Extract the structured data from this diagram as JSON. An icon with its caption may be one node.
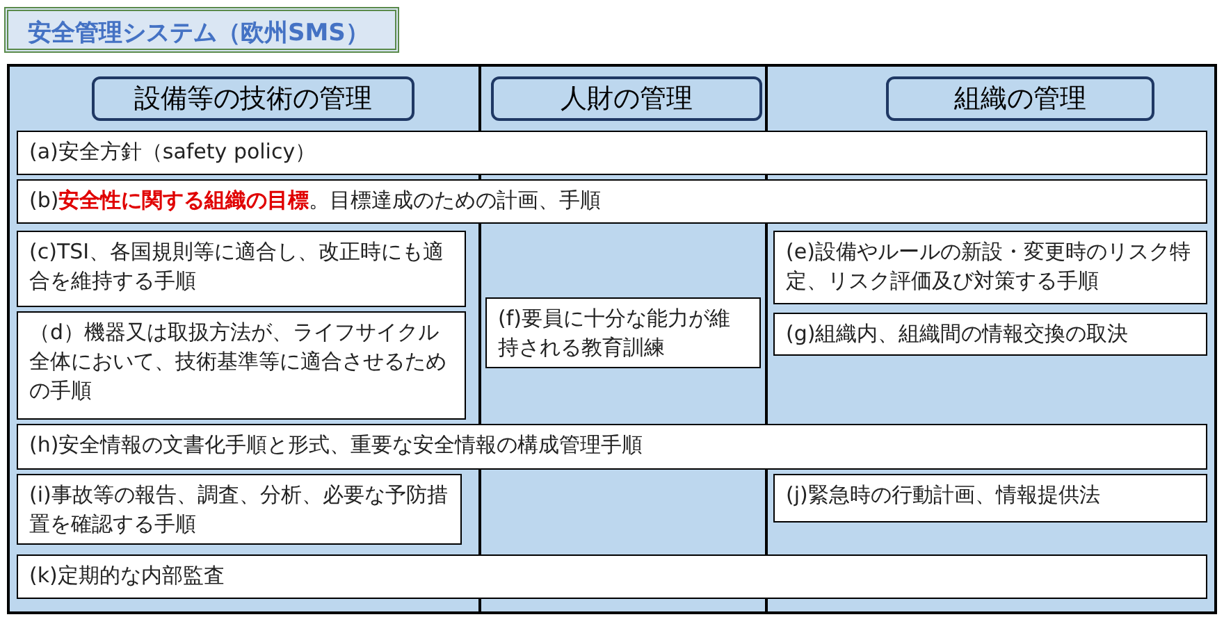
{
  "diagram": {
    "title": "安全管理システム（欧州SMS）",
    "nodes": [
      {
        "text": [
          "設備等の技術の管理"
        ]
      },
      {
        "text": [
          "人財の管理"
        ]
      },
      {
        "text": [
          "組織の管理"
        ]
      },
      {
        "text": [
          "(a)安全方針（safety policy）"
        ]
      },
      {
        "text": [
          "(b)**安全性に関する組織の目標**。目標達成のための計画、手順"
        ]
      },
      {
        "text": [
          "(c)TSI、各国規則等に適合し、改正時にも適合を維持する手順"
        ]
      },
      {
        "text": [
          "（d）機器又は取扱方法が、ライフサイクル全体において、技術基準等に適合させるための手順"
        ]
      },
      {
        "text": [
          "(e)設備やルールの新設・変更時のリスク特定、リスク評価及び対策する手順"
        ]
      },
      {
        "text": [
          "(f)要員に十分な能力が維持される教育訓練"
        ]
      },
      {
        "text": [
          "(g)組織内、組織間の情報交換の取決"
        ]
      },
      {
        "text": [
          "(h)安全情報の文書化手順と形式、重要な安全情報の構成管理手順"
        ]
      },
      {
        "text": [
          "(i)事故等の報告、調査、分析、必要な予防措置を確認する手順"
        ]
      },
      {
        "text": [
          "(j)緊急時の行動計画、情報提供法"
        ]
      },
      {
        "text": [
          "(k)定期的な内部監査"
        ]
      }
    ]
  }
}
